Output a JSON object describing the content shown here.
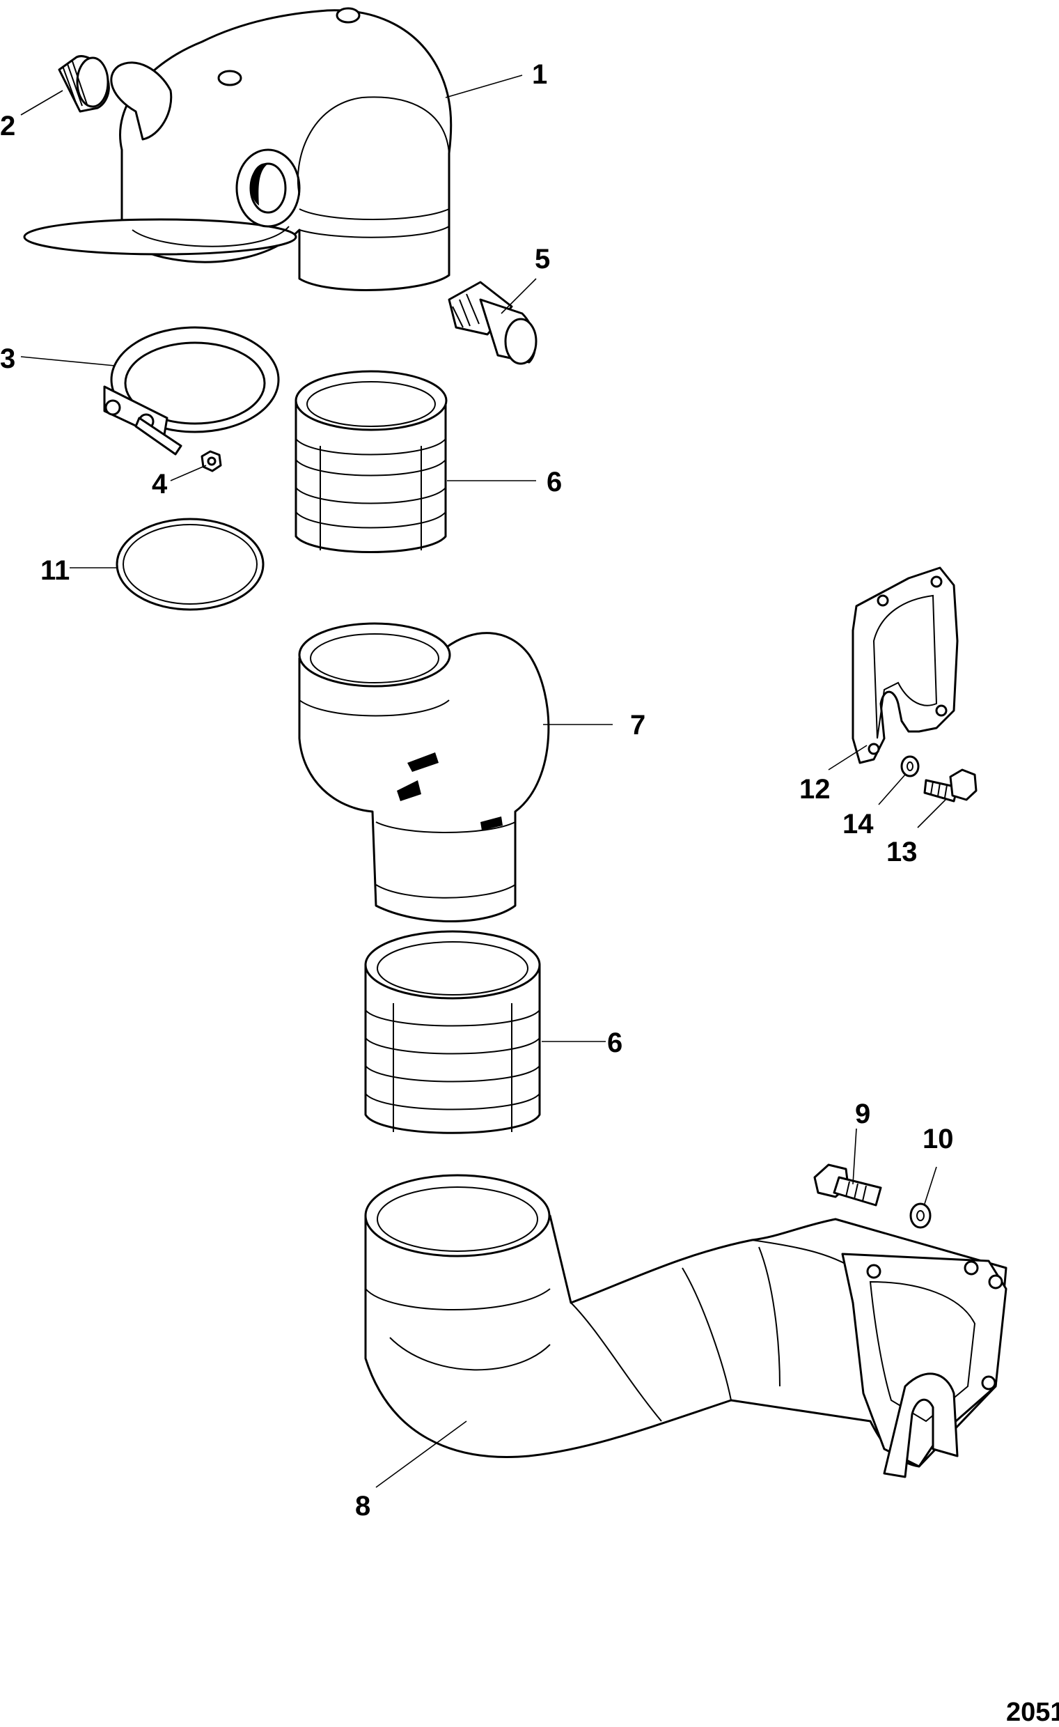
{
  "figure_number": "2051",
  "callouts": {
    "c1": "1",
    "c2": "2",
    "c3": "3",
    "c4": "4",
    "c5": "5",
    "c6a": "6",
    "c6b": "6",
    "c7": "7",
    "c8": "8",
    "c9": "9",
    "c10": "10",
    "c11": "11",
    "c12": "12",
    "c13": "13",
    "c14": "14"
  }
}
